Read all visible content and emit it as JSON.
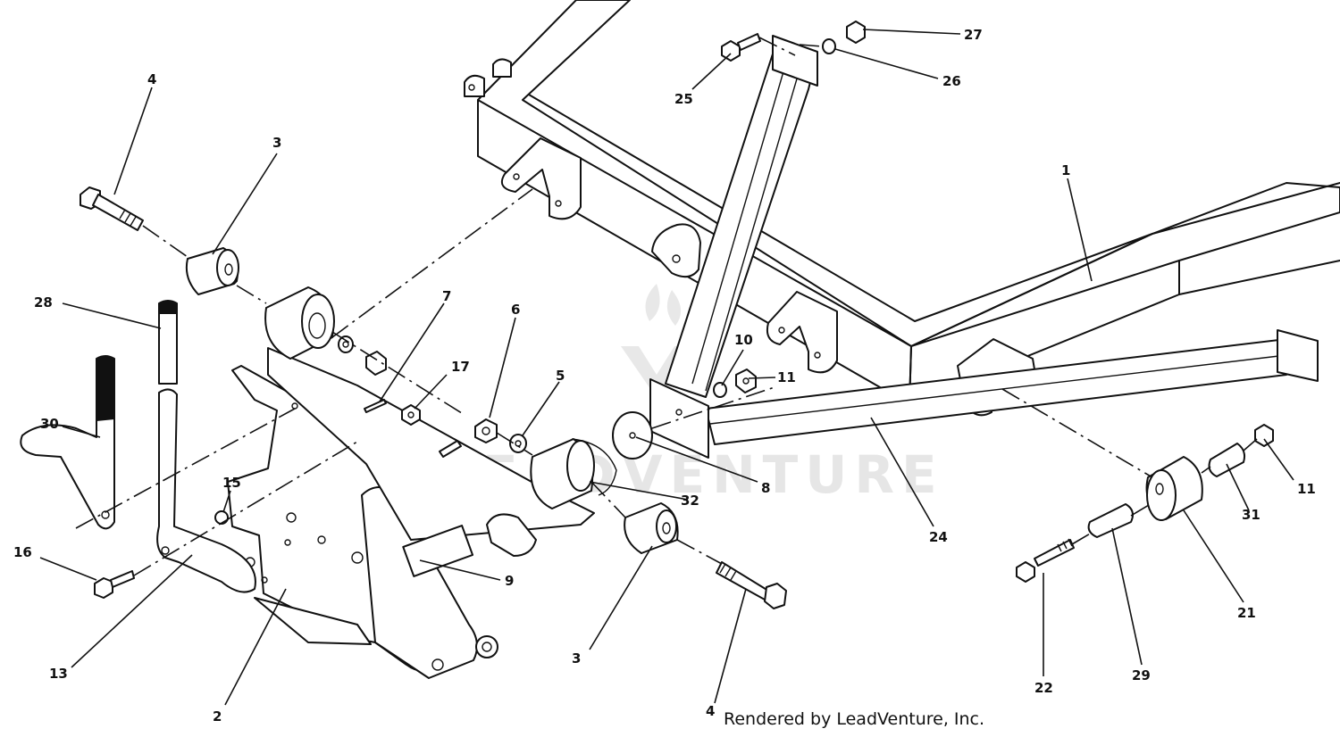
{
  "watermark": {
    "text": "LEADVENTURE",
    "color": "#e6e6e6"
  },
  "credit": {
    "text": "Rendered by LeadVenture, Inc."
  },
  "colors": {
    "line": "#111111",
    "background": "#ffffff"
  },
  "callouts": [
    {
      "label": "1"
    },
    {
      "label": "2"
    },
    {
      "label": "3"
    },
    {
      "label": "3"
    },
    {
      "label": "4"
    },
    {
      "label": "4"
    },
    {
      "label": "5"
    },
    {
      "label": "6"
    },
    {
      "label": "7"
    },
    {
      "label": "8"
    },
    {
      "label": "9"
    },
    {
      "label": "10"
    },
    {
      "label": "11"
    },
    {
      "label": "11"
    },
    {
      "label": "13"
    },
    {
      "label": "15"
    },
    {
      "label": "16"
    },
    {
      "label": "17"
    },
    {
      "label": "21"
    },
    {
      "label": "22"
    },
    {
      "label": "24"
    },
    {
      "label": "25"
    },
    {
      "label": "26"
    },
    {
      "label": "27"
    },
    {
      "label": "28"
    },
    {
      "label": "29"
    },
    {
      "label": "30"
    },
    {
      "label": "31"
    },
    {
      "label": "32"
    }
  ]
}
